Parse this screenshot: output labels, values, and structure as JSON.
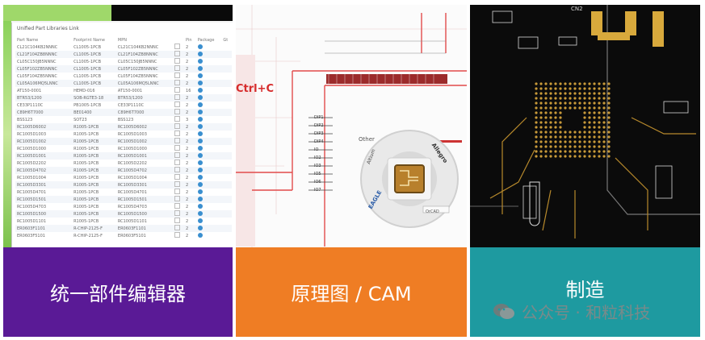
{
  "panels": [
    {
      "id": "unified-parts-editor",
      "caption": "统一部件编辑器",
      "window_title": "Unified Part Libraries Link",
      "columns": [
        "Part Name",
        "Footprint Name",
        "MPN",
        "Pin",
        "Package",
        "Gt"
      ],
      "rows": [
        [
          "CL21C104KB2NNNC",
          "CL1005-1PCB",
          "CL21C104KB2NNNC",
          "2"
        ],
        [
          "CL21F104ZB8NNNC",
          "CL1005-1PCB",
          "CL21F104ZB8NNNC",
          "2"
        ],
        [
          "CL05C150JB5NNNC",
          "CL1005-1PCB",
          "CL05C150JB5NNNC",
          "2"
        ],
        [
          "CL05F102ZB5NNNC",
          "CL1005-1PCB",
          "CL05F102ZB5NNNC",
          "2"
        ],
        [
          "CL05F104ZB5NNNC",
          "CL1005-1PCB",
          "CL05F104ZB5NNNC",
          "2"
        ],
        [
          "CL05A106MQ5LNNC",
          "CL1005-1PCB",
          "CL05A106MQ5LNNC",
          "2"
        ],
        [
          "AT150-0001",
          "HEMD-016",
          "AT150-0001",
          "16"
        ],
        [
          "BTR53/1200",
          "SOB-RGTE3-18",
          "BTR53/1200",
          "2"
        ],
        [
          "CE33P1110C",
          "PB1005-1PCB",
          "CE33P1110C",
          "2"
        ],
        [
          "C89H6T7000",
          "BE01400",
          "C89H6T7000",
          "2"
        ],
        [
          "BSS123",
          "SOT23",
          "BSS123",
          "3"
        ],
        [
          "RC1005D6002",
          "R1005-1PCB",
          "RC1005D6002",
          "2"
        ],
        [
          "RC1005D1003",
          "R1005-1PCB",
          "RC1005D1003",
          "2"
        ],
        [
          "RC1005D1002",
          "R1005-1PCB",
          "RC1005D1002",
          "2"
        ],
        [
          "RC1005D1000",
          "R1005-1PCB",
          "RC1005D1000",
          "2"
        ],
        [
          "RC1005D1001",
          "R1005-1PCB",
          "RC1005D1001",
          "2"
        ],
        [
          "RC1005D2202",
          "R1005-1PCB",
          "RC1005D2202",
          "2"
        ],
        [
          "RC1005D4702",
          "R1005-1PCB",
          "RC1005D4702",
          "2"
        ],
        [
          "RC1005D1004",
          "R1005-1PCB",
          "RC1005D1004",
          "2"
        ],
        [
          "RC1005D3301",
          "R1005-1PCB",
          "RC1005D3301",
          "2"
        ],
        [
          "RC1005D4701",
          "R1005-1PCB",
          "RC1005D4701",
          "2"
        ],
        [
          "RC1005D1501",
          "R1005-1PCB",
          "RC1005D1501",
          "2"
        ],
        [
          "RC1005D4703",
          "R1005-1PCB",
          "RC1005D4703",
          "2"
        ],
        [
          "RC1005D1500",
          "R1005-1PCB",
          "RC1005D1500",
          "2"
        ],
        [
          "RC1005D1101",
          "R1005-1PCB",
          "RC1005D1101",
          "2"
        ],
        [
          "ER0603F1101",
          "R-CHIP-2125-F",
          "ER0603F1101",
          "2"
        ],
        [
          "ER0603F5101",
          "R-CHIP-2125-F",
          "ER0603F5101",
          "2"
        ]
      ]
    },
    {
      "id": "schematic-cam",
      "caption": "原理图 / CAM",
      "ctrl_hint": "Ctrl+C",
      "other_label": "Other",
      "ring_labels": [
        "Allegro",
        "EAGLE",
        "Altium",
        "OrCAD"
      ],
      "pin_labels": [
        "DIP1",
        "DIP2",
        "DIP3",
        "DIP4",
        "IO",
        "IO2",
        "IO3",
        "IO5",
        "IO6",
        "IO7"
      ]
    },
    {
      "id": "manufacturing",
      "caption": "制造",
      "silk_label": "CN2"
    }
  ],
  "watermark": {
    "text": "公众号 · 和粒科技",
    "icon": "wechat-icon"
  },
  "colors": {
    "purple": "#5a1a96",
    "orange": "#ef7d24",
    "teal": "#1e9aa0"
  }
}
